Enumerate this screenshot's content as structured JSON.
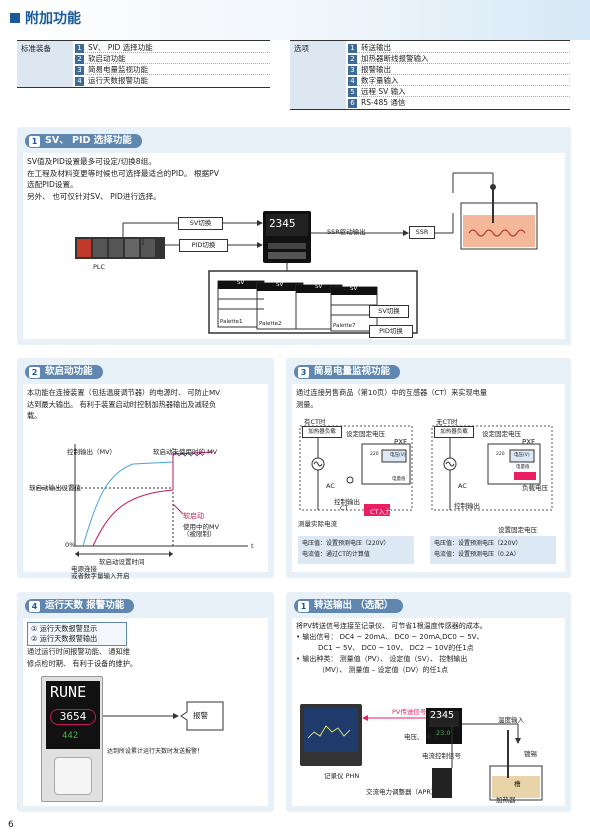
{
  "page": {
    "title": "附加功能",
    "page_number": "6"
  },
  "standard": {
    "label": "标准装备",
    "items": [
      {
        "n": "1",
        "text": "SV、 PID 选择功能"
      },
      {
        "n": "2",
        "text": "软启动功能"
      },
      {
        "n": "3",
        "text": "简易电量监视功能"
      },
      {
        "n": "4",
        "text": "运行天数报警功能"
      }
    ]
  },
  "options": {
    "label": "选项",
    "items": [
      {
        "n": "1",
        "text": "转送输出"
      },
      {
        "n": "2",
        "text": "加热器断线报警输入"
      },
      {
        "n": "3",
        "text": "报警输出"
      },
      {
        "n": "4",
        "text": "数字量输入"
      },
      {
        "n": "5",
        "text": "远程 SV 输入"
      },
      {
        "n": "6",
        "text": "RS-485 通信"
      }
    ]
  },
  "sec1": {
    "num": "1",
    "title": "SV、 PID 选择功能",
    "lines": [
      "SV值及PID设置最多可设定/切换8组。",
      "在工程及材料变更等时候也可选择最适合的PID。 根据PV",
      "选配PID设置。",
      "另外、 也可仅针对SV、 PID进行选择。"
    ],
    "diagram": {
      "sv_switch": "SV切换",
      "pid_switch": "PID切换",
      "plc": "PLC",
      "ssr_drive": "SSR驱动输出",
      "ssr": "SSR",
      "display": "2345",
      "card_sv": "SV",
      "palette1": "Palette1",
      "palette2": "Palette2",
      "palette7": "Palette7",
      "sv_switch2": "SV切换",
      "pid_switch2": "PID切换"
    }
  },
  "sec2": {
    "num": "2",
    "title": "软启动功能",
    "lines": [
      "本功能在连接装置（包括温度调节器）的电源时、 可防止MV",
      "达到最大输出。 有利于装置启动时控制加热器输出及减轻负",
      "载。"
    ],
    "chart": {
      "ylabel": "控制输出（MV）",
      "no_soft": "软启动未使用时的 MV",
      "soft_out": "软启动输出设置值",
      "soft_label": "软启动",
      "soft_sub1": "使用中的MV",
      "soft_sub2": "（被限制）",
      "zero": "0%",
      "t": "t",
      "time": "软启动设置时间",
      "conn1": "电源连接",
      "conn2": "或者数字量输入开启"
    }
  },
  "sec3": {
    "num": "3",
    "title": "简易电量监视功能",
    "lines": [
      "通过连接另售商品（第10页）中的互感器（CT）来实现电量",
      "测量。"
    ],
    "left": {
      "title": "有CT时",
      "box1": "加热器负载",
      "box2": "设定固定电压",
      "pxf": "PXF",
      "ac": "AC",
      "ctrl": "控制输出",
      "ct": "CT",
      "measure": "测量实际电流",
      "ct_in": "CT入力",
      "disp": "电量值",
      "v_label": "电压(V)",
      "v_val": "220",
      "v1": "电压值：设置预测电压（220V）",
      "v2": "电流值：通过CT的计算值"
    },
    "right": {
      "title": "无CT时",
      "box1": "加热器负载",
      "box2": "设定固定电压",
      "pxf": "PXF",
      "ac": "AC",
      "ctrl": "控制输出",
      "v_label": "电压(V)",
      "v_val": "220",
      "disp": "电量值",
      "load_v": "负载电压",
      "setv": "设置固定电压",
      "v1": "电压值：设置预测电压（220V）",
      "v2": "电流值：设置预测电压（0.2A）"
    }
  },
  "sec4": {
    "num": "4",
    "title": "运行天数 报警功能",
    "list": [
      "① 运行天数报警显示",
      "② 运行天数报警输出"
    ],
    "lines": [
      "通过运行时间报警功能、 通知维",
      "修点检时期、 有利于设备的维护。"
    ],
    "display": {
      "rune": "RUNE",
      "val1": "3654",
      "val2": "442"
    },
    "alarm": "报警",
    "note": "达到所设累计运行天数时发送报警！"
  },
  "sec5": {
    "num": "1",
    "title": "转送输出 （选配）",
    "lines": [
      "将PV转送信号连接至记录仪、 可节省1根温度传感器的成本。",
      "• 输出信号： DC4 ~ 20mA、 DC0 ~ 20mA,DC0 ~ 5V、",
      "  DC1 ~ 5V、 DC0 ~ 10V、 DC2 ~ 10V的任1点",
      "• 输出种类： 测量值（PV）、 设定值（SV）、 控制输出",
      "  （MV）、 测量值 – 设定值（DV）的任1点"
    ],
    "diagram": {
      "pv": "PV传送信号",
      "vi": "电压、 电流",
      "recorder": "记录仪 PHN",
      "temp_in": "温度输入",
      "ctrl_sig": "电流控制信号",
      "display": "2345",
      "sv": "23.0",
      "apr": "交流电力调整器（APR）",
      "heater": "加热器",
      "tank": "槽",
      "copper": "镀锡"
    }
  }
}
